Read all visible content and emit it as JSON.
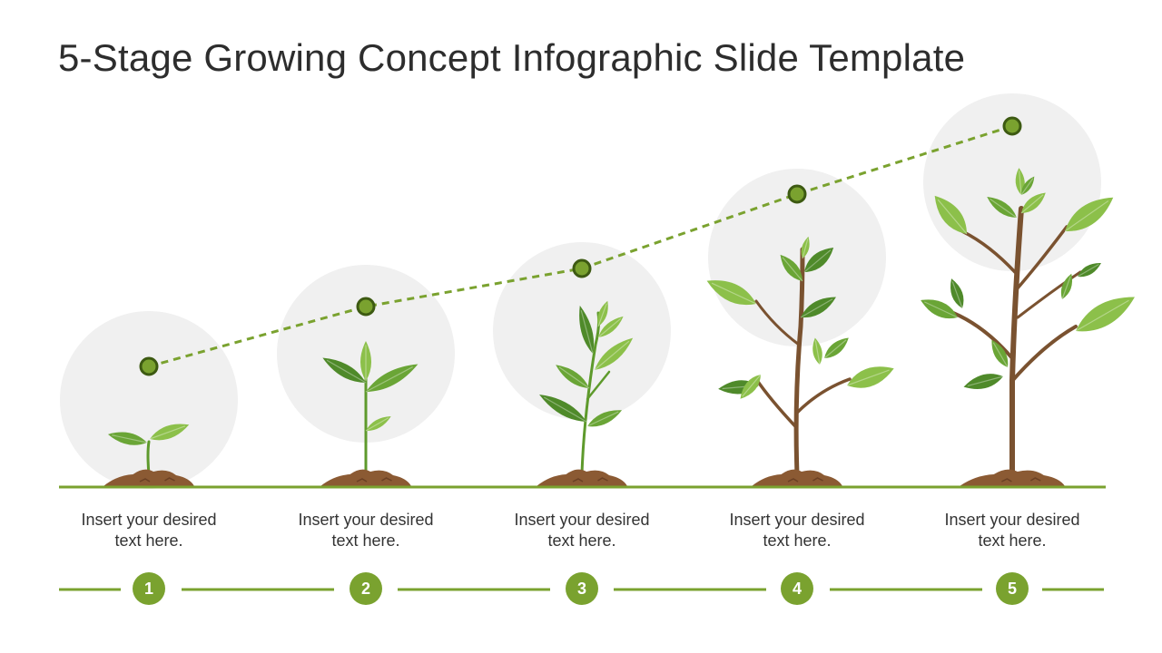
{
  "title": "5-Stage Growing Concept Infographic Slide Template",
  "colors": {
    "accent": "#7aa22f",
    "circle": "#f0f0f0",
    "leaf_dark": "#4f8a2a",
    "leaf_light": "#8cc04a",
    "stem": "#7a5230",
    "soil": "#8b5a33"
  },
  "stages": [
    {
      "number": "1",
      "caption_line1": "Insert your desired",
      "caption_line2": "text here."
    },
    {
      "number": "2",
      "caption_line1": "Insert your desired",
      "caption_line2": "text here."
    },
    {
      "number": "3",
      "caption_line1": "Insert your desired",
      "caption_line2": "text here."
    },
    {
      "number": "4",
      "caption_line1": "Insert your desired",
      "caption_line2": "text here."
    },
    {
      "number": "5",
      "caption_line1": "Insert your desired",
      "caption_line2": "text here."
    }
  ]
}
